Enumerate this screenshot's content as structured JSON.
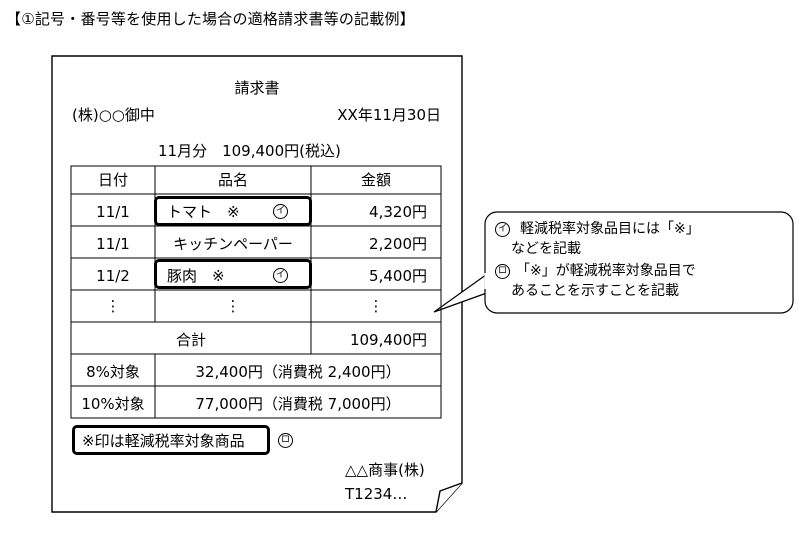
{
  "heading": "【①記号・番号等を使用した場合の適格請求書等の記載例】",
  "invoice": {
    "title": "請求書",
    "recipient": "(株)○○御中",
    "date": "XX年11月30日",
    "summary": "11月分　109,400円(税込)",
    "columns": [
      "日付",
      "品名",
      "金額"
    ],
    "rows": [
      {
        "date": "11/1",
        "item": "トマト　※",
        "mark": "イ",
        "amount": "4,320円"
      },
      {
        "date": "11/1",
        "item": "キッチンペーパー",
        "mark": "",
        "amount": "2,200円"
      },
      {
        "date": "11/2",
        "item": "豚肉　※",
        "mark": "イ",
        "amount": "5,400円"
      },
      {
        "date": "⋮",
        "item": "⋮",
        "mark": "",
        "amount": "⋮"
      }
    ],
    "total_label": "合計",
    "total_amount": "109,400円",
    "tax_rows": [
      {
        "label": "8%対象",
        "value": "32,400円（消費税 2,400円）"
      },
      {
        "label": "10%対象",
        "value": "77,000円（消費税 7,000円）"
      }
    ],
    "footnote": "※印は軽減税率対象商品",
    "footnote_mark": "ロ",
    "issuer": "△△商事(株)",
    "registration": "T1234…"
  },
  "callout": {
    "line1_mark": "イ",
    "line1": "軽減税率対象品目には「※」",
    "line2": "などを記載",
    "line3_mark": "ロ",
    "line3": "「※」が軽減税率対象品目で",
    "line4": "あることを示すことを記載"
  }
}
